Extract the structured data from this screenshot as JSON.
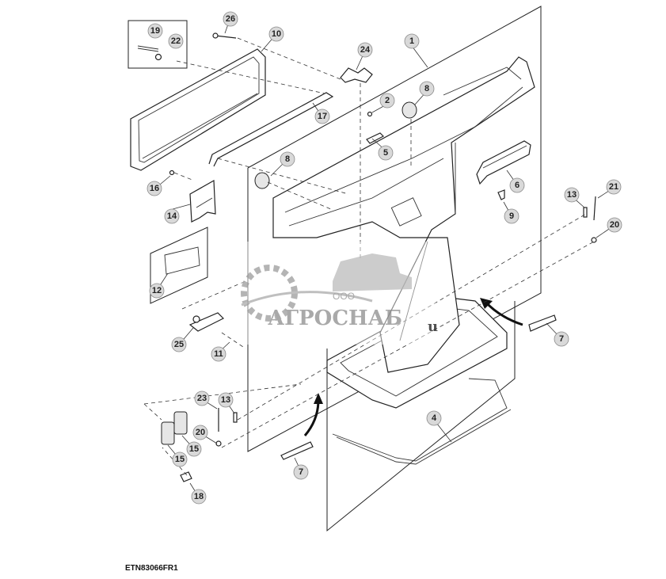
{
  "figure_code": "ETN83066FR1",
  "watermark": {
    "company_prefix": "ООО",
    "company_name": "АГРОСНАБ",
    "suffix": "u"
  },
  "callouts": {
    "c1": "1",
    "c2": "2",
    "c4": "4",
    "c5": "5",
    "c6": "6",
    "c7a": "7",
    "c7b": "7",
    "c8a": "8",
    "c8b": "8",
    "c9": "9",
    "c10": "10",
    "c11": "11",
    "c12": "12",
    "c13a": "13",
    "c13b": "13",
    "c14": "14",
    "c15a": "15",
    "c15b": "15",
    "c16": "16",
    "c17": "17",
    "c18": "18",
    "c19": "19",
    "c20a": "20",
    "c20b": "20",
    "c21": "21",
    "c22": "22",
    "c23": "23",
    "c24": "24",
    "c25": "25",
    "c26": "26"
  }
}
